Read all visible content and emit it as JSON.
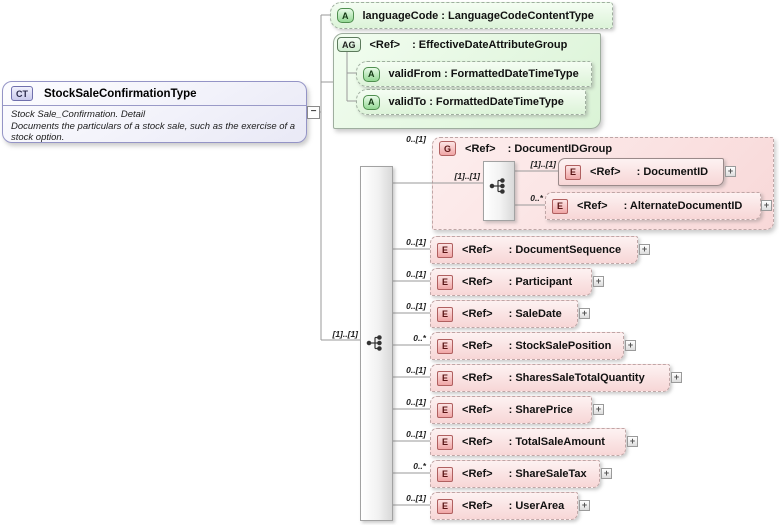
{
  "complex_type": {
    "badge": "CT",
    "title": "StockSaleConfirmationType",
    "annotation_line1": "Stock Sale_Confirmation. Detail",
    "annotation_line2": "Documents the particulars of a stock sale, such as the exercise of a stock option.",
    "collapse_glyph": "−"
  },
  "attributes": {
    "language_code": {
      "badge": "A",
      "name": "languageCode",
      "type": ": LanguageCodeContentType"
    },
    "group": {
      "badge": "AG",
      "name": "<Ref>",
      "type": ": EffectiveDateAttributeGroup"
    },
    "valid_from": {
      "badge": "A",
      "name": "validFrom",
      "type": ": FormattedDateTimeType"
    },
    "valid_to": {
      "badge": "A",
      "name": "validTo",
      "type": ": FormattedDateTimeType"
    }
  },
  "sequence": {
    "cardinality": "[1]..[1]"
  },
  "document_id_group": {
    "cardinality": "0..[1]",
    "badge": "G",
    "name": "<Ref>",
    "type": ": DocumentIDGroup",
    "sequence_cardinality": "[1]..[1]",
    "document_id": {
      "cardinality": "[1]..[1]",
      "badge": "E",
      "name": "<Ref>",
      "type": ": DocumentID"
    },
    "alternate_document_id": {
      "cardinality": "0..*",
      "badge": "E",
      "name": "<Ref>",
      "type": ": AlternateDocumentID"
    }
  },
  "elements": [
    {
      "cardinality": "0..[1]",
      "badge": "E",
      "name": "<Ref>",
      "type": ": DocumentSequence"
    },
    {
      "cardinality": "0..[1]",
      "badge": "E",
      "name": "<Ref>",
      "type": ": Participant"
    },
    {
      "cardinality": "0..[1]",
      "badge": "E",
      "name": "<Ref>",
      "type": ": SaleDate"
    },
    {
      "cardinality": "0..*",
      "badge": "E",
      "name": "<Ref>",
      "type": ": StockSalePosition"
    },
    {
      "cardinality": "0..[1]",
      "badge": "E",
      "name": "<Ref>",
      "type": ": SharesSaleTotalQuantity"
    },
    {
      "cardinality": "0..[1]",
      "badge": "E",
      "name": "<Ref>",
      "type": ": SharePrice"
    },
    {
      "cardinality": "0..[1]",
      "badge": "E",
      "name": "<Ref>",
      "type": ": TotalSaleAmount"
    },
    {
      "cardinality": "0..*",
      "badge": "E",
      "name": "<Ref>",
      "type": ": ShareSaleTax"
    },
    {
      "cardinality": "0..[1]",
      "badge": "E",
      "name": "<Ref>",
      "type": ": UserArea"
    }
  ],
  "expand_glyph": "+"
}
